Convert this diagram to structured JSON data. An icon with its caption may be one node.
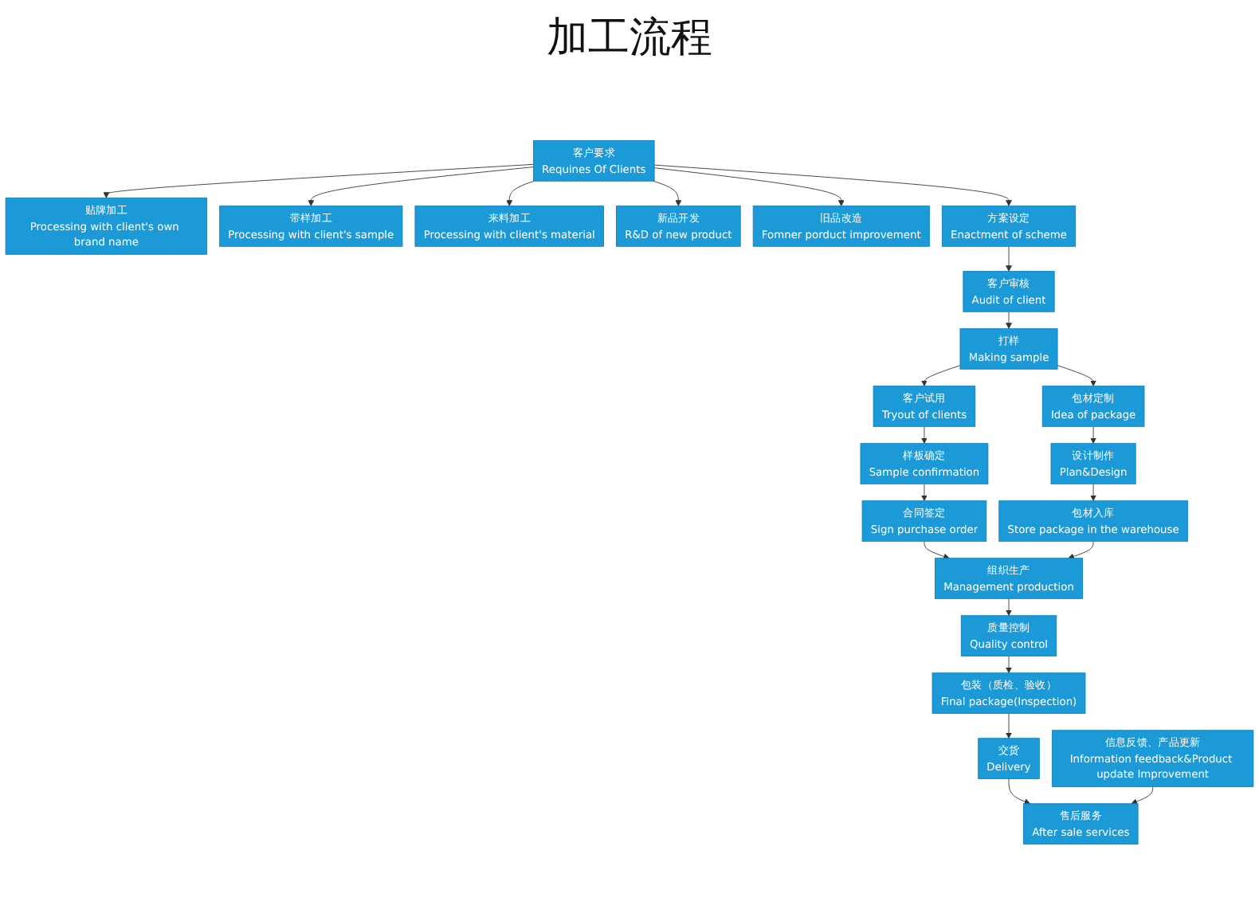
{
  "diagram": {
    "title": "加工流程",
    "nodes": [
      {
        "text": [
          "客户要求",
          "Requines Of Clients"
        ]
      },
      {
        "text": [
          "贴牌加工",
          "Processing with client's own brand name"
        ]
      },
      {
        "text": [
          "带样加工",
          "Processing with client's sample"
        ]
      },
      {
        "text": [
          "来料加工",
          "Processing with client's material"
        ]
      },
      {
        "text": [
          "新品开发",
          "R&D of new product"
        ]
      },
      {
        "text": [
          "旧品改造",
          "Fomner porduct improvement"
        ]
      },
      {
        "text": [
          "方案设定",
          "Enactment of scheme"
        ]
      },
      {
        "text": [
          "客户审核",
          "Audit of client"
        ]
      },
      {
        "text": [
          "打样",
          "Making sample"
        ]
      },
      {
        "text": [
          "客户试用",
          "Tryout of clients"
        ]
      },
      {
        "text": [
          "样板确定",
          "Sample confirmation"
        ]
      },
      {
        "text": [
          "合同签定",
          "Sign purchase order"
        ]
      },
      {
        "text": [
          "包材定制",
          "Idea of package"
        ]
      },
      {
        "text": [
          "设计制作",
          "Plan&Design"
        ]
      },
      {
        "text": [
          "包材入库",
          "Store package in the warehouse"
        ]
      },
      {
        "text": [
          "组织生产",
          "Management production"
        ]
      },
      {
        "text": [
          "质量控制",
          "Quality control"
        ]
      },
      {
        "text": [
          "包装（质检、验收）",
          "Final package(Inspection)"
        ]
      },
      {
        "text": [
          "交货",
          "Delivery"
        ]
      },
      {
        "text": [
          "售后服务",
          "After sale services"
        ]
      },
      {
        "text": [
          "信息反馈、产品更新",
          "Information feedback&Product update Improvement"
        ]
      }
    ],
    "edges": [
      {
        "from": 0,
        "to": 1,
        "arrow": "to"
      },
      {
        "from": 0,
        "to": 2,
        "arrow": "to"
      },
      {
        "from": 0,
        "to": 3,
        "arrow": "to"
      },
      {
        "from": 0,
        "to": 4,
        "arrow": "to"
      },
      {
        "from": 0,
        "to": 5,
        "arrow": "to"
      },
      {
        "from": 0,
        "to": 6,
        "arrow": "to"
      },
      {
        "from": 6,
        "to": 7,
        "arrow": "to"
      },
      {
        "from": 7,
        "to": 8,
        "arrow": "to"
      },
      {
        "from": 8,
        "to": 9,
        "arrow": "to"
      },
      {
        "from": 9,
        "to": 10,
        "arrow": "to"
      },
      {
        "from": 10,
        "to": 11,
        "arrow": "to"
      },
      {
        "from": 11,
        "to": 15,
        "arrow": "to"
      },
      {
        "from": 8,
        "to": 12,
        "arrow": "to"
      },
      {
        "from": 12,
        "to": 13,
        "arrow": "to"
      },
      {
        "from": 13,
        "to": 14,
        "arrow": "to"
      },
      {
        "from": 14,
        "to": 15,
        "arrow": "to"
      },
      {
        "from": 15,
        "to": 16,
        "arrow": "to"
      },
      {
        "from": 16,
        "to": 17,
        "arrow": "to"
      },
      {
        "from": 17,
        "to": 18,
        "arrow": "to"
      },
      {
        "from": 18,
        "to": 19,
        "arrow": "to"
      },
      {
        "from": 20,
        "to": 19,
        "arrow": "to"
      }
    ]
  }
}
